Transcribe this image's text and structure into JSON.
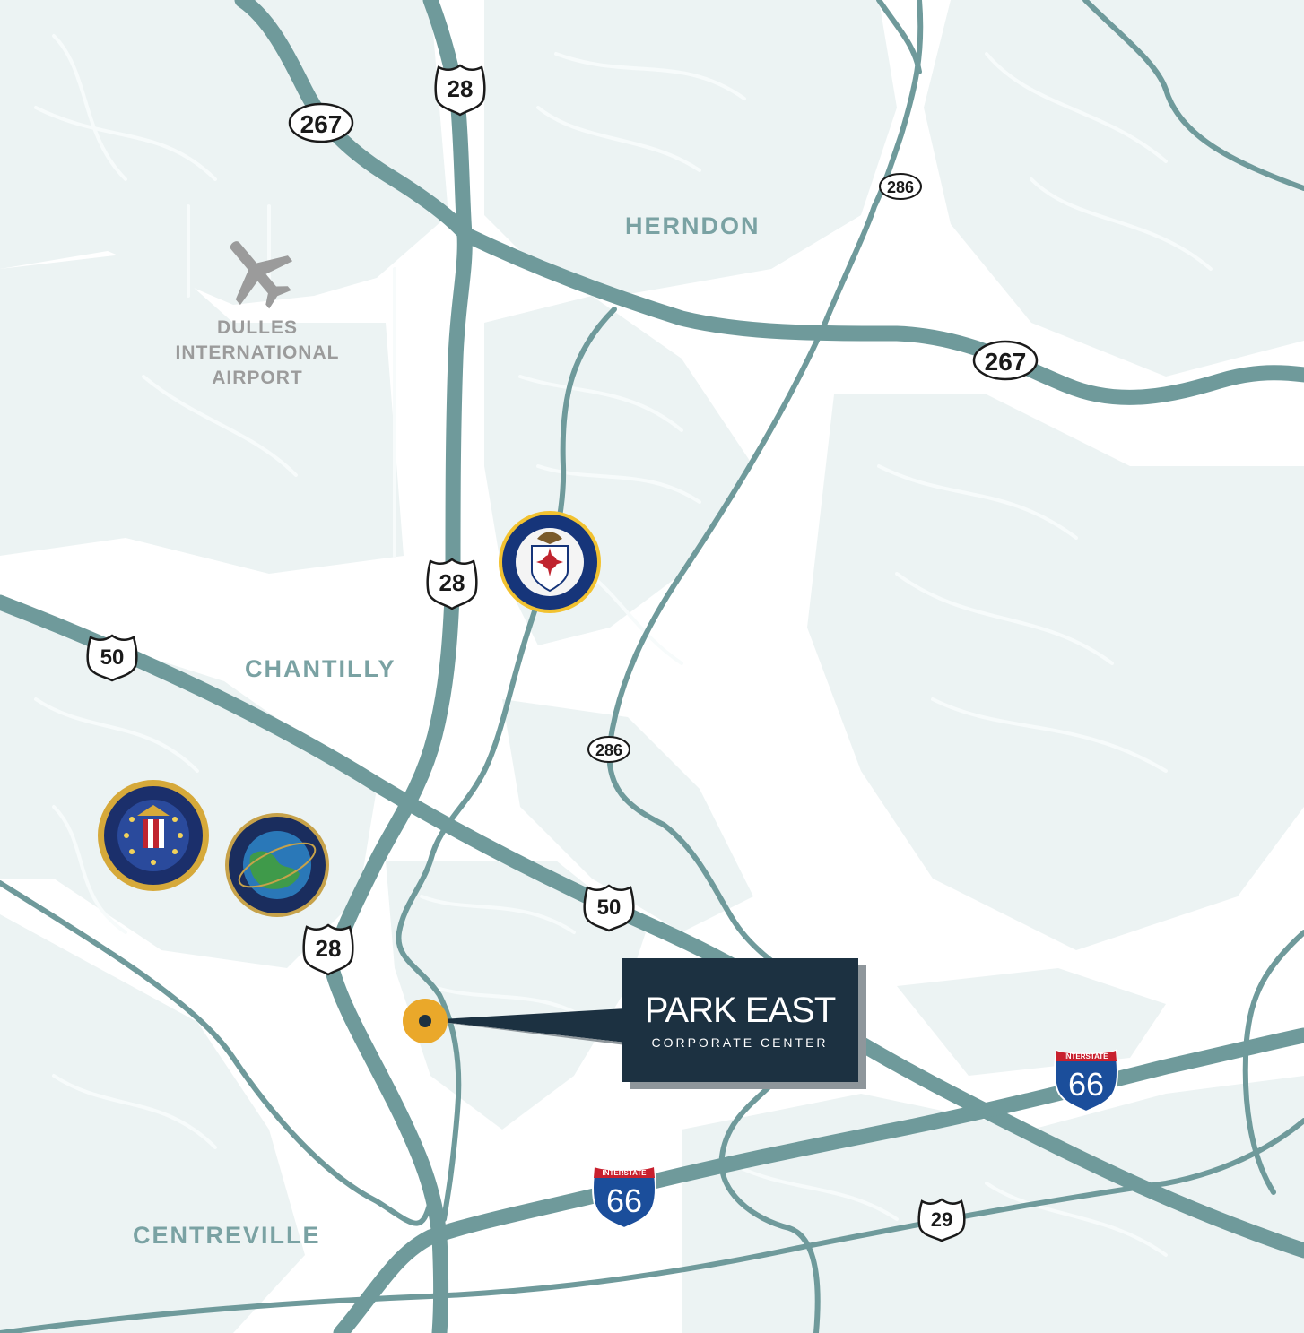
{
  "places": {
    "herndon": "HERNDON",
    "chantilly": "CHANTILLY",
    "centreville": "CENTREVILLE",
    "airport_line1": "DULLES",
    "airport_line2": "INTERNATIONAL",
    "airport_line3": "AIRPORT"
  },
  "shields": {
    "rt267_a": "267",
    "rt267_b": "267",
    "us28_a": "28",
    "us28_b": "28",
    "us28_c": "28",
    "rt286_a": "286",
    "rt286_b": "286",
    "us50_a": "50",
    "us50_b": "50",
    "us29": "29",
    "i66_a": "66",
    "i66_b": "66",
    "interstate_label": "INTERSTATE"
  },
  "callout": {
    "title": "PARK EAST",
    "subtitle": "CORPORATE CENTER"
  },
  "icons": {
    "airport": "airplane-icon",
    "cia": "cia-seal-icon",
    "fbi": "fbi-seal-icon",
    "nro": "nro-seal-icon",
    "location": "location-marker-icon"
  },
  "colors": {
    "road": "#6f9a9b",
    "land": "#ecf3f3",
    "callout_bg": "#1c3141",
    "marker": "#eaa82a",
    "interstate_blue": "#1b4e9b",
    "interstate_red": "#c8202e"
  }
}
